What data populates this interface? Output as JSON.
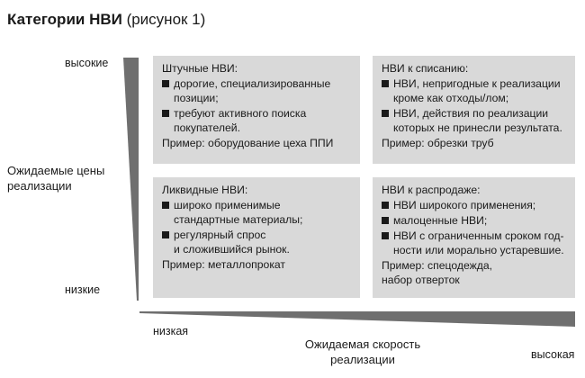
{
  "title": {
    "bold": "Категории НВИ",
    "normal": " (рисунок 1)"
  },
  "y_axis": {
    "title": "Ожидаемые цены\nреализации",
    "high": "высокие",
    "low": "низкие"
  },
  "x_axis": {
    "title": "Ожидаемая скорость\nреализации",
    "low": "низкая",
    "high": "высокая"
  },
  "quadrants": {
    "top_left": {
      "title": "Штучные НВИ:",
      "items": [
        "дорогие, специализированные\nпозиции;",
        "требуют активного поиска\nпокупателей."
      ],
      "example": "Пример: оборудование цеха ППИ"
    },
    "top_right": {
      "title": "НВИ к списанию:",
      "items": [
        "НВИ, непригодные к реализации\nкроме как отходы/лом;",
        "НВИ, действия по реализации\nкоторых не принесли результата."
      ],
      "example": "Пример: обрезки труб"
    },
    "bottom_left": {
      "title": "Ликвидные НВИ:",
      "items": [
        "широко применимые\nстандартные материалы;",
        "регулярный спрос\nи сложившийся рынок."
      ],
      "example": "Пример: металлопрокат"
    },
    "bottom_right": {
      "title": "НВИ к распродаже:",
      "items": [
        "НВИ широкого применения;",
        "малоценные НВИ;",
        "НВИ с ограниченным сроком год-\nности или морально устаревшие."
      ],
      "example": "Пример: спецодежда,\nнабор отверток"
    }
  },
  "colors": {
    "box_fill": "#d9d9d9",
    "wedge_fill": "#666666",
    "text": "#1a1a1a"
  }
}
